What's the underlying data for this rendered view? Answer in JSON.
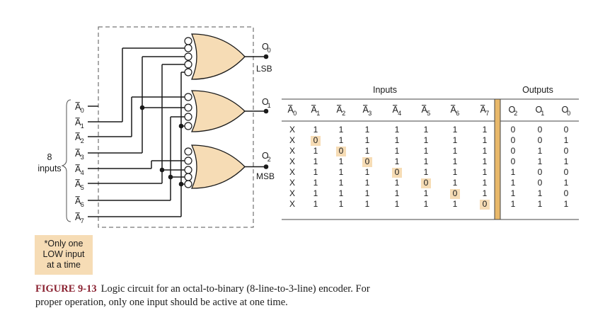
{
  "circuit": {
    "input_labels": [
      "A0",
      "A1",
      "A2",
      "A3",
      "A4",
      "A5",
      "A6",
      "A7"
    ],
    "input_group_label_line1": "8",
    "input_group_label_line2": "inputs",
    "outputs": [
      {
        "name": "O0",
        "note": "LSB"
      },
      {
        "name": "O1",
        "note": ""
      },
      {
        "name": "O2",
        "note": "MSB"
      }
    ],
    "colors": {
      "wire": "#1a1a1a",
      "gate_fill": "#f6dcb5",
      "bubble_fill": "#ffffff"
    }
  },
  "note": {
    "line1": "*Only one",
    "line2": "LOW input",
    "line3": "at a time"
  },
  "table": {
    "inputs_header": "Inputs",
    "outputs_header": "Outputs",
    "input_columns": [
      "A0",
      "A1",
      "A2",
      "A3",
      "A4",
      "A5",
      "A6",
      "A7"
    ],
    "output_columns": [
      "O2",
      "O1",
      "O0"
    ],
    "rows": [
      {
        "inputs": [
          "X",
          "1",
          "1",
          "1",
          "1",
          "1",
          "1",
          "1"
        ],
        "outputs": [
          "0",
          "0",
          "0"
        ],
        "highlight": -1
      },
      {
        "inputs": [
          "X",
          "0",
          "1",
          "1",
          "1",
          "1",
          "1",
          "1"
        ],
        "outputs": [
          "0",
          "0",
          "1"
        ],
        "highlight": 1
      },
      {
        "inputs": [
          "X",
          "1",
          "0",
          "1",
          "1",
          "1",
          "1",
          "1"
        ],
        "outputs": [
          "0",
          "1",
          "0"
        ],
        "highlight": 2
      },
      {
        "inputs": [
          "X",
          "1",
          "1",
          "0",
          "1",
          "1",
          "1",
          "1"
        ],
        "outputs": [
          "0",
          "1",
          "1"
        ],
        "highlight": 3
      },
      {
        "inputs": [
          "X",
          "1",
          "1",
          "1",
          "0",
          "1",
          "1",
          "1"
        ],
        "outputs": [
          "1",
          "0",
          "0"
        ],
        "highlight": 4
      },
      {
        "inputs": [
          "X",
          "1",
          "1",
          "1",
          "1",
          "0",
          "1",
          "1"
        ],
        "outputs": [
          "1",
          "0",
          "1"
        ],
        "highlight": 5
      },
      {
        "inputs": [
          "X",
          "1",
          "1",
          "1",
          "1",
          "1",
          "0",
          "1"
        ],
        "outputs": [
          "1",
          "1",
          "0"
        ],
        "highlight": 6
      },
      {
        "inputs": [
          "X",
          "1",
          "1",
          "1",
          "1",
          "1",
          "1",
          "0"
        ],
        "outputs": [
          "1",
          "1",
          "1"
        ],
        "highlight": 7
      }
    ],
    "colors": {
      "highlight": "#f6dcb5",
      "divider": "#e8b86a"
    }
  },
  "caption": {
    "figure_label": "FIGURE 9-13",
    "line1": "Logic circuit for an octal-to-binary (8-line-to-3-line) encoder. For",
    "line2": "proper operation, only one input should be active at one time."
  }
}
